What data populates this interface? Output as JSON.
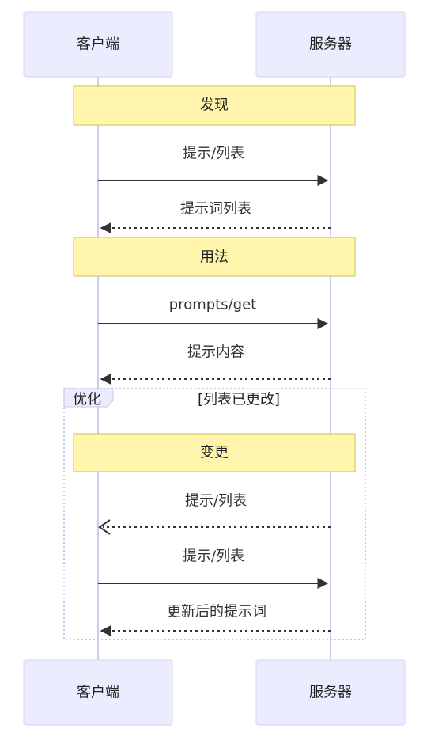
{
  "participants": {
    "client": "客户端",
    "server": "服务器"
  },
  "notes": {
    "discovery": "发现",
    "usage": "用法",
    "change": "变更"
  },
  "messages": {
    "m1": "提示/列表",
    "m2": "提示词列表",
    "m3": "prompts/get",
    "m4": "提示内容",
    "m5": "提示/列表",
    "m6": "提示/列表",
    "m7": "更新后的提示词"
  },
  "loop": {
    "keyword": "优化",
    "condition": "[列表已更改]"
  },
  "colors": {
    "actor_fill": "#ececff",
    "note_fill": "#fff5ad",
    "line": "#333333"
  }
}
